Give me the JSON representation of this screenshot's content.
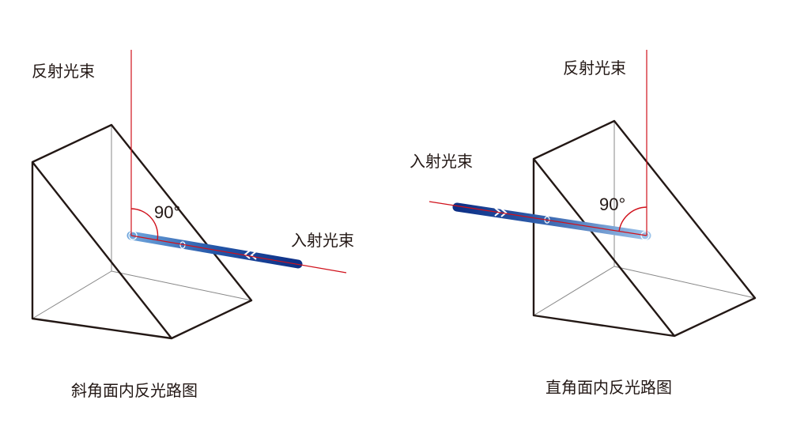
{
  "left_diagram": {
    "reflected_label": "反射光束",
    "incident_label": "入射光束",
    "angle_label": "90°",
    "caption": "斜角面内反光路图"
  },
  "right_diagram": {
    "reflected_label": "反射光束",
    "incident_label": "入射光束",
    "angle_label": "90°",
    "caption": "直角面内反光路图"
  },
  "colors": {
    "beam_light": "#1a8ad4",
    "beam_dark": "#0d2f86",
    "ray": "#d0111b",
    "edge": "#231815"
  }
}
